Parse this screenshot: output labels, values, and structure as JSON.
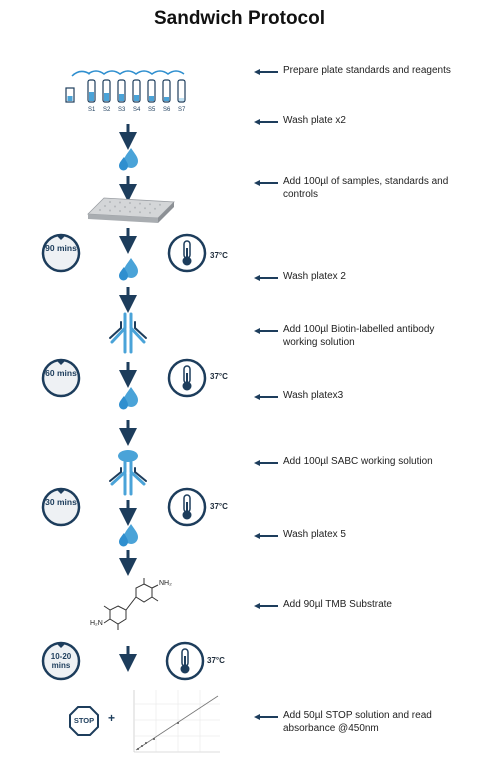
{
  "title": "Sandwich Protocol",
  "tubes": [
    "S1",
    "S2",
    "S3",
    "S4",
    "S5",
    "S6",
    "S7"
  ],
  "steps": [
    "Prepare plate standards and reagents",
    "Wash plate x2",
    "Add 100µl of samples, standards and controls",
    "Wash platex 2",
    "Add 100µl Biotin-labelled antibody working solution",
    "Wash platex3",
    "Add 100µl SABC working solution",
    "Wash platex 5",
    "Add 90µl TMB Substrate",
    "Add 50µl STOP solution and read absorbance @450nm"
  ],
  "timers": [
    "90 mins",
    "60 mins",
    "30 mins",
    "10-20 mins"
  ],
  "temperature": "37°C",
  "molecule_labels": {
    "nh2_top": "NH₂",
    "nh2_bottom": "H₂N"
  },
  "stop_label": "STOP",
  "plus": "+",
  "colors": {
    "navy": "#1d3d5c",
    "drop_blue": "#4aa3d8",
    "accent_blue": "#2f8fcf"
  }
}
